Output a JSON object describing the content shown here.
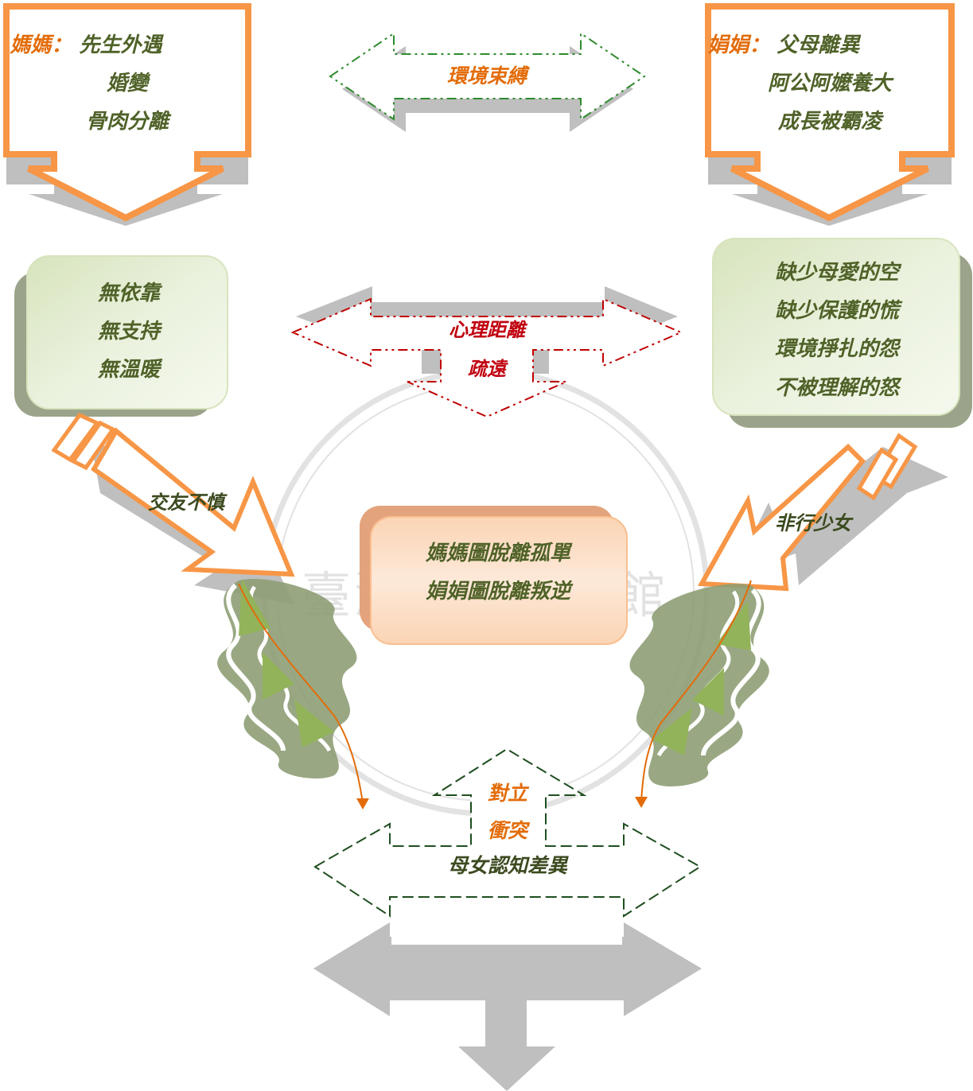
{
  "mom_box": {
    "name_label": "媽媽：",
    "line1": "先生外遇",
    "line2": "婚變",
    "line3": "骨肉分離"
  },
  "daughter_box": {
    "name_label": "娟娟：",
    "line1": "父母離異",
    "line2": "阿公阿嬤養大",
    "line3": "成長被霸凌"
  },
  "top_center_arrow": {
    "label": "環境束縛"
  },
  "mom_feelings": {
    "line1": "無依靠",
    "line2": "無支持",
    "line3": "無溫暖"
  },
  "daughter_feelings": {
    "line1": "缺少母愛的空",
    "line2": "缺少保護的慌",
    "line3": "環境掙扎的怨",
    "line4": "不被理解的怒"
  },
  "middle_arrow": {
    "line1": "心理距離",
    "line2": "疏遠"
  },
  "left_diagonal_arrow": {
    "label": "交友不慎"
  },
  "right_diagonal_arrow": {
    "label": "非行少女"
  },
  "center_box": {
    "line1": "媽媽圖脫離孤單",
    "line2": "娟娟圖脫離叛逆"
  },
  "bottom_arrow": {
    "up_line1": "對立",
    "up_line2": "衝突",
    "label": "母女認知差異"
  },
  "watermark": {
    "text": "臺灣大學圖書館"
  },
  "colors": {
    "orange": "#f79646",
    "green_dark": "#4f6228",
    "red": "#c00000",
    "gray": "#bfbfbf"
  }
}
